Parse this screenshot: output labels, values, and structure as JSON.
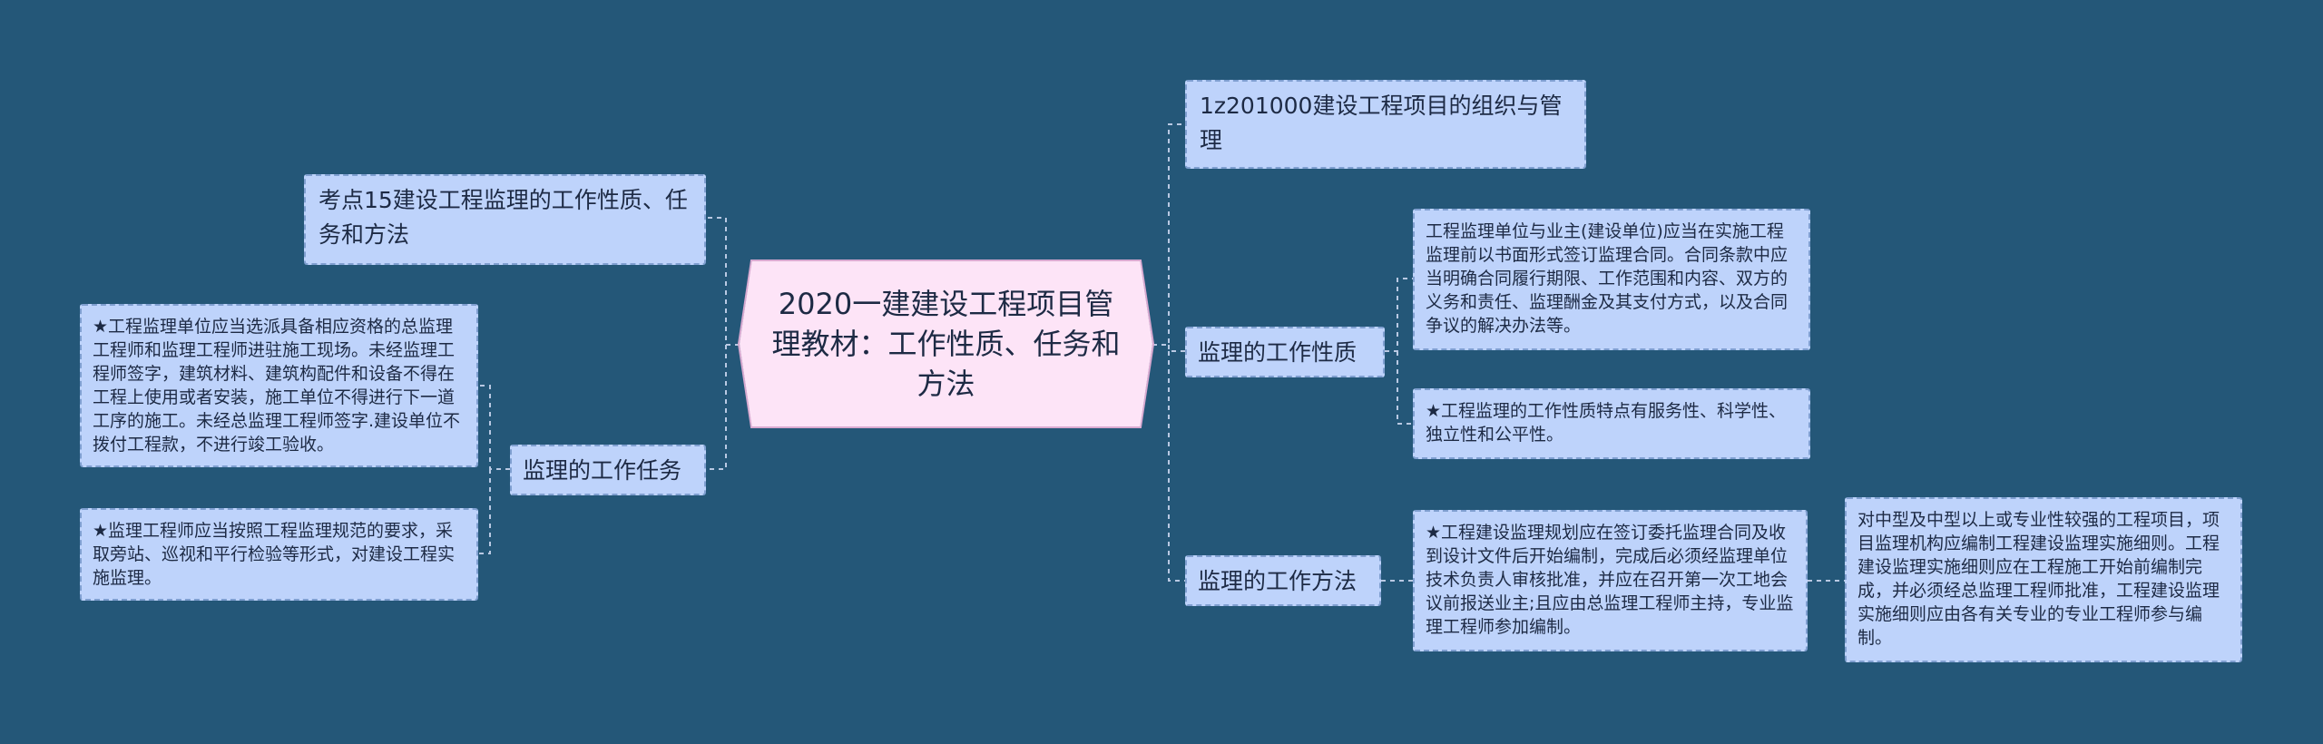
{
  "root": {
    "text": "2020一建建设工程项目管理教材：工作性质、任务和方法"
  },
  "left": {
    "topic_kaodian": "考点15建设工程监理的工作性质、任务和方法",
    "topic_renwu": "监理的工作任务",
    "renwu_details": [
      "★工程监理单位应当选派具备相应资格的总监理工程师和监理工程师进驻施工现场。未经监理工程师签字，建筑材料、建筑构配件和设备不得在工程上使用或者安装，施工单位不得进行下一道工序的施工。未经总监理工程师签字.建设单位不拨付工程款，不进行竣工验收。",
      "★监理工程师应当按照工程监理规范的要求，采取旁站、巡视和平行检验等形式，对建设工程实施监理。"
    ]
  },
  "right": {
    "topic_zuzhi": "1z201000建设工程项目的组织与管理",
    "topic_xingzhi": "监理的工作性质",
    "xingzhi_details": [
      "工程监理单位与业主(建设单位)应当在实施工程监理前以书面形式签订监理合同。合同条款中应当明确合同履行期限、工作范围和内容、双方的义务和责任、监理酬金及其支付方式，以及合同争议的解决办法等。",
      "★工程监理的工作性质特点有服务性、科学性、独立性和公平性。"
    ],
    "topic_fangfa": "监理的工作方法",
    "fangfa_detail": "★工程建设监理规划应在签订委托监理合同及收到设计文件后开始编制，完成后必须经监理单位技术负责人审核批准，并应在召开第一次工地会议前报送业主;且应由总监理工程师主持，专业监理工程师参加编制。",
    "fangfa_subdetail": "对中型及中型以上或专业性较强的工程项目，项目监理机构应编制工程建设监理实施细则。工程建设监理实施细则应在工程施工开始前编制完成，并必须经总监理工程师批准，工程建设监理实施细则应由各有关专业的专业工程师参与编制。"
  },
  "colors": {
    "background": "#245778",
    "node_fill": "#bed3fb",
    "node_border": "#7f9fd0",
    "root_fill": "#fde4f7",
    "connector": "#b9c9e3"
  }
}
